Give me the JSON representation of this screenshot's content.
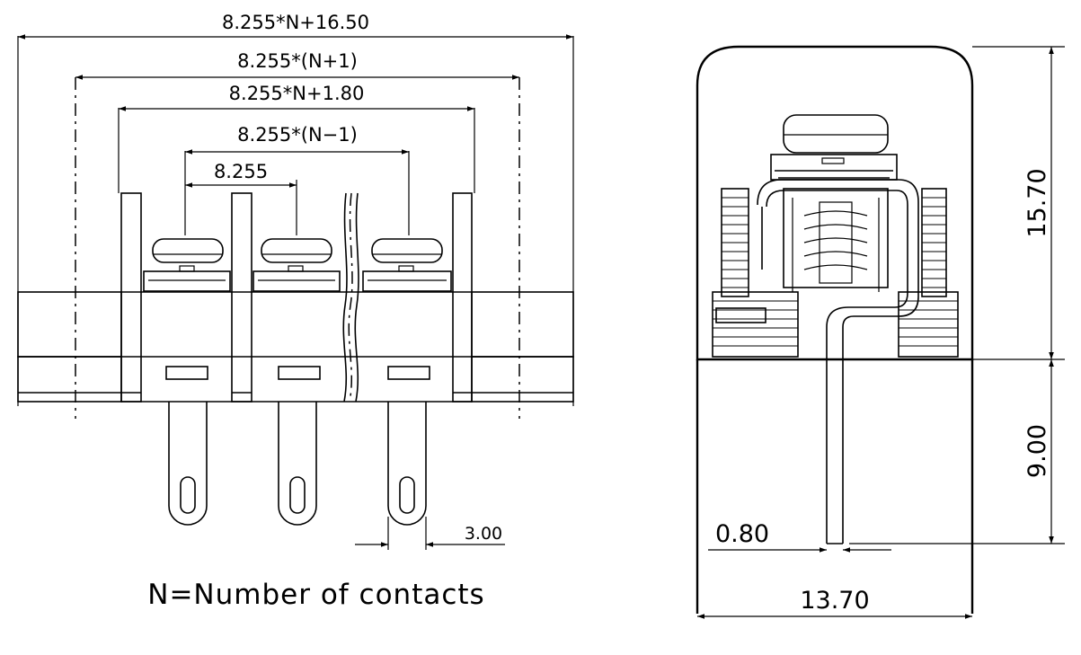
{
  "front_view": {
    "dim_total": "8.255*N+16.50",
    "dim_n_plus_1": "8.255*(N+1)",
    "dim_n_plus_180": "8.255*N+1.80",
    "dim_n_minus_1": "8.255*(N−1)",
    "dim_pitch": "8.255",
    "dim_pin_width": "3.00",
    "legend": "N=Number of contacts"
  },
  "side_view": {
    "dim_height_upper": "15.70",
    "dim_height_lower": "9.00",
    "dim_pin_thickness": "0.80",
    "dim_width": "13.70"
  }
}
